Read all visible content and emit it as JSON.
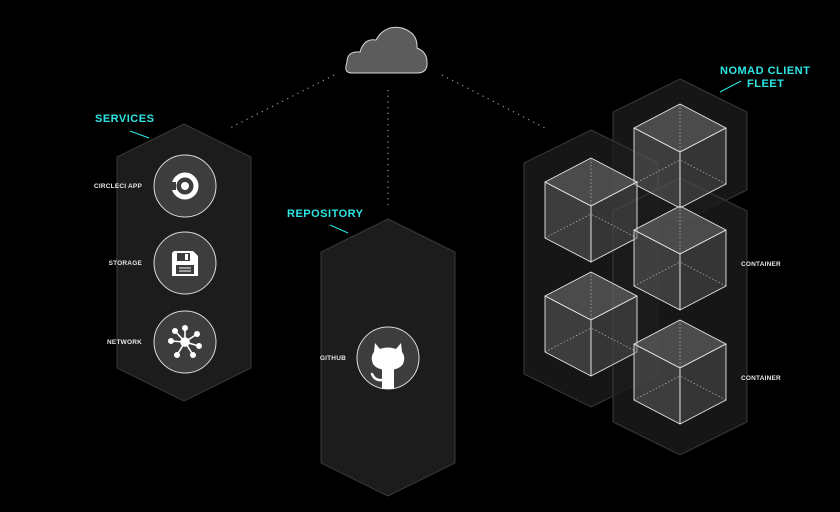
{
  "colors": {
    "background": "#000000",
    "accent": "#2ee6e6",
    "hexagon_fill": "#1c1c1c",
    "hexagon_stroke": "#3a3a3a",
    "icon_circle": "#3d3d3d",
    "label": "#e6e6e6"
  },
  "groups": {
    "services": {
      "title": "SERVICES",
      "items": [
        {
          "label": "CIRCLECI APP",
          "icon": "circleci-logo-icon"
        },
        {
          "label": "STORAGE",
          "icon": "floppy-disk-icon"
        },
        {
          "label": "NETWORK",
          "icon": "network-hub-icon"
        }
      ]
    },
    "repository": {
      "title": "REPOSITORY",
      "items": [
        {
          "label": "GITHUB",
          "icon": "github-octocat-icon"
        }
      ]
    },
    "fleet": {
      "title_line1": "NOMAD CLIENT",
      "title_line2": "FLEET",
      "container_label_1": "CONTAINER",
      "container_label_2": "CONTAINER"
    }
  },
  "cloud": {
    "icon": "cloud-icon"
  }
}
